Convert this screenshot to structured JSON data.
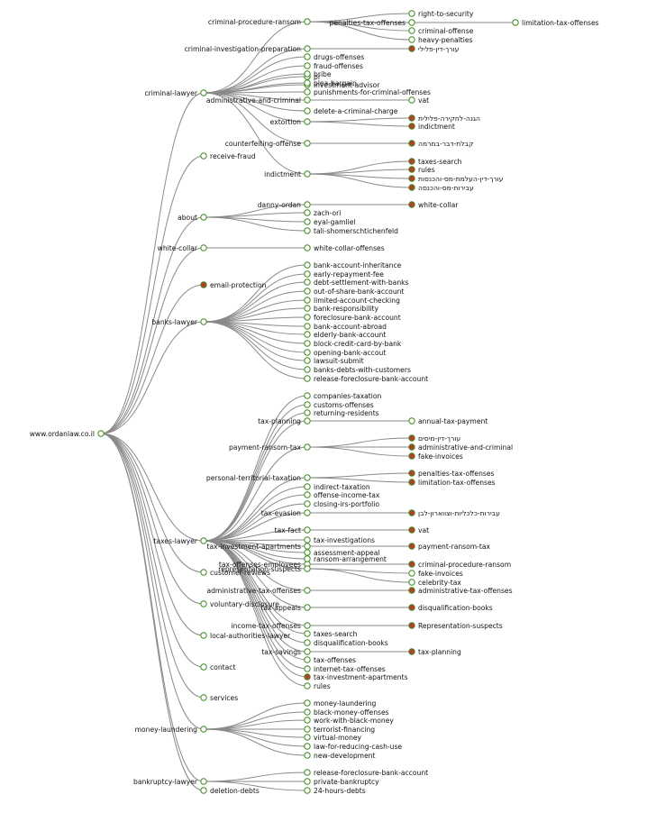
{
  "colors": {
    "collapsed": "#b4402b",
    "expanded": "#ffffff",
    "stroke": "#3d8b1f",
    "link": "#8a8a8a"
  },
  "tree": {
    "name": "www.ordanlaw.co.il",
    "children": [
      {
        "name": "criminal-lawyer",
        "children": [
          {
            "name": "criminal-procedure-ransom",
            "children": [
              {
                "name": "right-to-security"
              },
              {
                "name": "penalties-tax-offenses",
                "children": [
                  {
                    "name": "limitation-tax-offenses"
                  }
                ]
              },
              {
                "name": "criminal-offense"
              },
              {
                "name": "heavy-penalties"
              }
            ]
          },
          {
            "name": "criminal-investigation-preparation",
            "children": [
              {
                "name": "עורך-דין-פלילי",
                "collapsed": true
              }
            ]
          },
          {
            "name": "pr"
          },
          {
            "name": "investment-advisor"
          },
          {
            "name": "drugs-offenses"
          },
          {
            "name": "fraud-offenses"
          },
          {
            "name": "bribe"
          },
          {
            "name": "plea-bargain"
          },
          {
            "name": "punishments-for-criminal-offenses"
          },
          {
            "name": "administrative-and-criminal",
            "children": [
              {
                "name": "vat"
              }
            ]
          },
          {
            "name": "delete-a-criminal-charge"
          },
          {
            "name": "extortion",
            "children": [
              {
                "name": "הגנה-לחקירה-פלילית",
                "collapsed": true
              },
              {
                "name": "indictment",
                "collapsed": true
              }
            ]
          },
          {
            "name": "counterfeiting-offense",
            "children": [
              {
                "name": "קבלת-דבר-במרמה",
                "collapsed": true
              }
            ]
          },
          {
            "name": "indictment",
            "children": [
              {
                "name": "taxes-search",
                "collapsed": true
              },
              {
                "name": "rules",
                "collapsed": true
              },
              {
                "name": "עורך-דין-העלמת-מס-והכנסות",
                "collapsed": true
              },
              {
                "name": "עבירות-מס-והכנסה",
                "collapsed": true
              }
            ]
          }
        ]
      },
      {
        "name": "receive-fraud"
      },
      {
        "name": "about",
        "children": [
          {
            "name": "danny-ordan",
            "children": [
              {
                "name": "white-collar",
                "collapsed": true
              }
            ]
          },
          {
            "name": "zach-ori"
          },
          {
            "name": "eyal-gamliel"
          },
          {
            "name": "tali-shomerschtichenfeld"
          }
        ]
      },
      {
        "name": "white-collar",
        "children": [
          {
            "name": "white-collar-offenses"
          }
        ]
      },
      {
        "name": "email-protection",
        "collapsed": true
      },
      {
        "name": "banks-lawyer",
        "children": [
          {
            "name": "bank-account-inheritance"
          },
          {
            "name": "early-repayment-fee"
          },
          {
            "name": "debt-settlement-with-banks"
          },
          {
            "name": "out-of-share-bank-account"
          },
          {
            "name": "limited-account-checking"
          },
          {
            "name": "bank-responsibility"
          },
          {
            "name": "foreclosure-bank-account"
          },
          {
            "name": "bank-account-abroad"
          },
          {
            "name": "elderly-bank-account"
          },
          {
            "name": "block-credit-card-by-bank"
          },
          {
            "name": "opening-bank-accout"
          },
          {
            "name": "lawsuit-submit"
          },
          {
            "name": "banks-debts-with-customers"
          },
          {
            "name": "release-foreclosure-bank-account"
          }
        ]
      },
      {
        "name": "taxes-lawyer",
        "children": [
          {
            "name": "companies-taxation"
          },
          {
            "name": "customs-offenses"
          },
          {
            "name": "returning-residents"
          },
          {
            "name": "tax-planning",
            "children": [
              {
                "name": "annual-tax-payment"
              }
            ]
          },
          {
            "name": "payment-ransom-tax",
            "children": [
              {
                "name": "עורך-דין-מיסים",
                "collapsed": true
              },
              {
                "name": "administrative-and-criminal",
                "collapsed": true
              },
              {
                "name": "fake-invoices",
                "collapsed": true
              }
            ]
          },
          {
            "name": "personal-territorial-taxation",
            "children": [
              {
                "name": "penalties-tax-offenses",
                "collapsed": true
              },
              {
                "name": "limitation-tax-offenses",
                "collapsed": true
              }
            ]
          },
          {
            "name": "indirect-taxation"
          },
          {
            "name": "offense-income-tax"
          },
          {
            "name": "closing-irs-portfolio"
          },
          {
            "name": "tax-evasion",
            "children": [
              {
                "name": "עבירות-כלכליות-וצווארון-לבן",
                "collapsed": true
              }
            ]
          },
          {
            "name": "tax-fact",
            "children": [
              {
                "name": "vat",
                "collapsed": true
              }
            ]
          },
          {
            "name": "tax-investigations"
          },
          {
            "name": "tax-investment-apartments",
            "children": [
              {
                "name": "payment-ransom-tax",
                "collapsed": true
              }
            ]
          },
          {
            "name": "assessment-appeal"
          },
          {
            "name": "tax-offenses-employees",
            "children": [
              {
                "name": "criminal-procedure-ransom",
                "collapsed": true
              }
            ]
          },
          {
            "name": "ransom-arrangement"
          },
          {
            "name": "representation-suspects",
            "children": [
              {
                "name": "fake-invoices"
              },
              {
                "name": "celebrity-tax"
              }
            ]
          },
          {
            "name": "administrative-tax-offenses",
            "children": [
              {
                "name": "administrative-tax-offenses",
                "collapsed": true
              }
            ]
          },
          {
            "name": "tax-appeals",
            "children": [
              {
                "name": "disqualification-books",
                "collapsed": true
              }
            ]
          },
          {
            "name": "income-tax-offenses",
            "children": [
              {
                "name": "Representation-suspects",
                "collapsed": true
              }
            ]
          },
          {
            "name": "taxes-search"
          },
          {
            "name": "disqualification-books"
          },
          {
            "name": "tax-savings",
            "children": [
              {
                "name": "tax-planning",
                "collapsed": true
              }
            ]
          },
          {
            "name": "tax-offenses"
          },
          {
            "name": "internet-tax-offenses"
          },
          {
            "name": "tax-investment-apartments",
            "collapsed": true
          },
          {
            "name": "rules"
          }
        ]
      },
      {
        "name": "customer-reviews"
      },
      {
        "name": "voluntary-disclosure"
      },
      {
        "name": "local-authorities-lawyer"
      },
      {
        "name": "contact"
      },
      {
        "name": "services"
      },
      {
        "name": "money-laundering",
        "children": [
          {
            "name": "money-laundering"
          },
          {
            "name": "black-money-offenses"
          },
          {
            "name": "work-with-black-money"
          },
          {
            "name": "terrorist-financing"
          },
          {
            "name": "virtual-money"
          },
          {
            "name": "law-for-reducing-cash-use"
          },
          {
            "name": "new-development"
          }
        ]
      },
      {
        "name": "bankruptcy-lawyer",
        "children": [
          {
            "name": "release-foreclosure-bank-account"
          },
          {
            "name": "private-bankruptcy"
          },
          {
            "name": "24-hours-debts"
          }
        ]
      },
      {
        "name": "deletion-debts"
      }
    ]
  }
}
